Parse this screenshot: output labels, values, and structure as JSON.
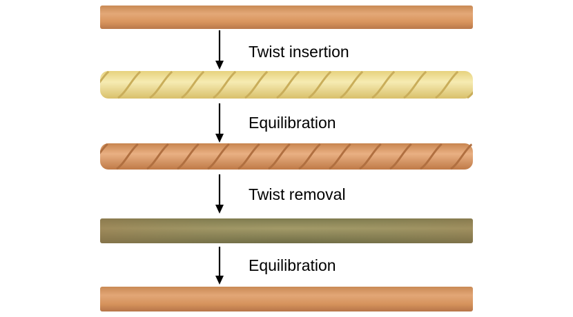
{
  "diagram": {
    "steps": [
      {
        "label": "Twist insertion"
      },
      {
        "label": "Equilibration"
      },
      {
        "label": "Twist removal"
      },
      {
        "label": "Equilibration"
      }
    ],
    "fibers": [
      {
        "state": "straight",
        "color": "#d99860"
      },
      {
        "state": "twisted",
        "color": "#eedd90"
      },
      {
        "state": "twisted",
        "color": "#dd9960"
      },
      {
        "state": "straight",
        "color": "#8e8a5a"
      },
      {
        "state": "straight",
        "color": "#d99860"
      }
    ]
  }
}
